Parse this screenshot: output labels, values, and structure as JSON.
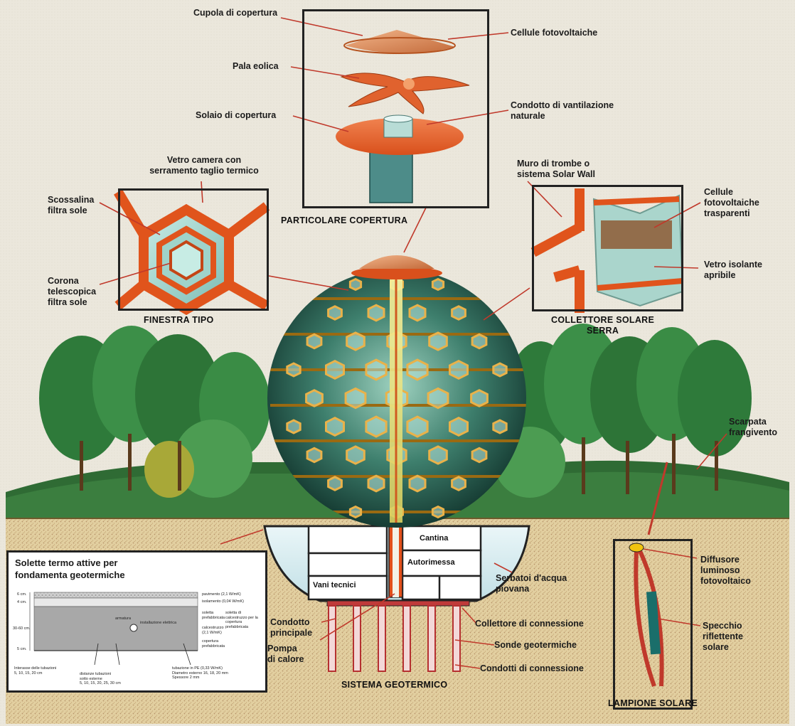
{
  "labels": {
    "cupola": "Cupola di copertura",
    "pala": "Pala eolica",
    "solaio": "Solaio di copertura",
    "cellule_fv": "Cellule fotovoltaiche",
    "condotto_vent": "Condotto di vantilazione\nnaturale",
    "vetro_camera": "Vetro camera con\nserramento taglio termico",
    "scossalina": "Scossalina\nfiltra sole",
    "corona": "Corona\ntelescopica\nfiltra sole",
    "muro_trombe": "Muro di trombe o\nsistema Solar Wall",
    "cellule_trasp": "Cellule\nfotovoltaiche\ntrasparenti",
    "vetro_isolante": "Vetro isolante\napribile",
    "scarpata": "Scarpata\nfrangivento",
    "serbatoi": "Serbatoi d'acqua\npiovana",
    "condotto_princ": "Condotto\nprincipale",
    "pompa": "Pompa\ndi calore",
    "collettore_conn": "Collettore di connessione",
    "sonde": "Sonde geotermiche",
    "condotti_conn": "Condotti di connessione",
    "diffusore": "Diffusore\nluminoso\nfotovoltaico",
    "specchio": "Specchio\nriflettente\nsolare"
  },
  "captions": {
    "particolare": "PARTICOLARE COPERTURA",
    "finestra": "FINESTRA TIPO",
    "collettore": "COLLETTORE SOLARE\nSERRA",
    "sistema": "SISTEMA GEOTERMICO",
    "lampione": "LAMPIONE SOLARE"
  },
  "rooms": {
    "cantina": "Cantina",
    "autorimessa": "Autorimessa",
    "vani": "Vani tecnici"
  },
  "solette": {
    "title": "Solette termo attive per\nfondamenta geotermiche",
    "dim1": "6 cm.",
    "dim2": "4 cm.",
    "dim3": "30-60 cm.",
    "dim4": "5 cm.",
    "pavimento": "pavimento (2,1 W/mK)",
    "isolamento": "isolamento (0,04 W/mK)",
    "installazione": "installazione elettrica",
    "armatura": "armatura",
    "solette_pref": "soletta\nprefabbricata",
    "caldo": "soletta di\ncalcestruzzo per la\ncopertura\nprefabbricata",
    "cls": "calcestruzzo\n(2,1 W/mK)",
    "copertura": "copertura\nprefabbricata",
    "interasse": "Interasse delle tubazioni\n5, 10, 15, 20 cm",
    "distanze": "distanze tubazioni\nsotto esterne\n5, 10, 15, 20, 25, 30 cm",
    "tubazione": "tubazione in PE (0,33 W/mK)\nDiametro esterno 16, 18, 20 mm\nSpessore 2 mm"
  }
}
